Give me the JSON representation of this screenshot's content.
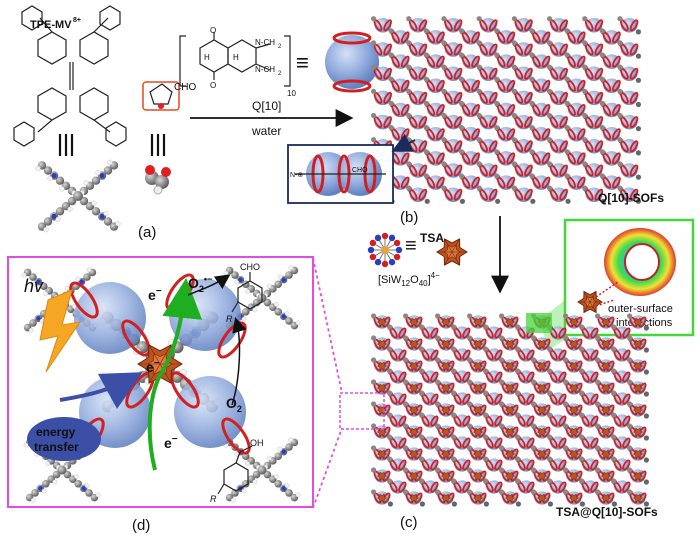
{
  "panel_a": {
    "compound_label": "TPE-MV",
    "compound_charge": "8+",
    "aldehyde_group": "CHO",
    "panel_letter": "(a)"
  },
  "reaction": {
    "host_label": "Q[10]",
    "solvent_label": "water",
    "repeat_index": "10",
    "equals_symbol": "≡",
    "bond_labels": [
      "N-CH",
      "N-CH",
      "H",
      "H",
      "O",
      "O"
    ],
    "subscript_2": "2"
  },
  "panel_b": {
    "panel_letter": "(b)",
    "material_label": "Q[10]-SOFs",
    "inset_chain": "N-⊕",
    "inset_cho": "CHO"
  },
  "tsa": {
    "label": "TSA",
    "formula_prefix": "[SiW",
    "formula_sub1": "12",
    "formula_mid": "O",
    "formula_sub2": "40",
    "formula_suffix": "]",
    "formula_charge": "4−",
    "equals_symbol": "≡"
  },
  "outer": {
    "line1": "outer-surface",
    "line2": "interactions"
  },
  "panel_c": {
    "panel_letter": "(c)",
    "material_label": "TSA@Q[10]-SOFs"
  },
  "panel_d": {
    "panel_letter": "(d)",
    "light_label": "hv",
    "electron": "e",
    "superscript_minus": "−",
    "oxygen_product": "O",
    "oxygen_product_sub": "2",
    "oxygen_product_sup": "•−",
    "oxygen": "O",
    "oxygen_sub": "2",
    "energy_line1": "energy",
    "energy_line2": "transfer",
    "aldehyde": "CHO",
    "alcohol": "OH",
    "substituent_top": "R",
    "substituent_bottom": "R"
  },
  "colors": {
    "magenta": "#e44be4",
    "green_box": "#44d63a",
    "navy": "#1c2b59",
    "capsule_blue": "#8fa9dc",
    "red_ring": "#d22020",
    "tsa_orange": "#c0521f",
    "energy_blue": "#3c4fa6",
    "o2_blue": "#1b3fbf",
    "green_arrow": "#1fae1f",
    "carbon_gray": "#7a7a7a"
  }
}
